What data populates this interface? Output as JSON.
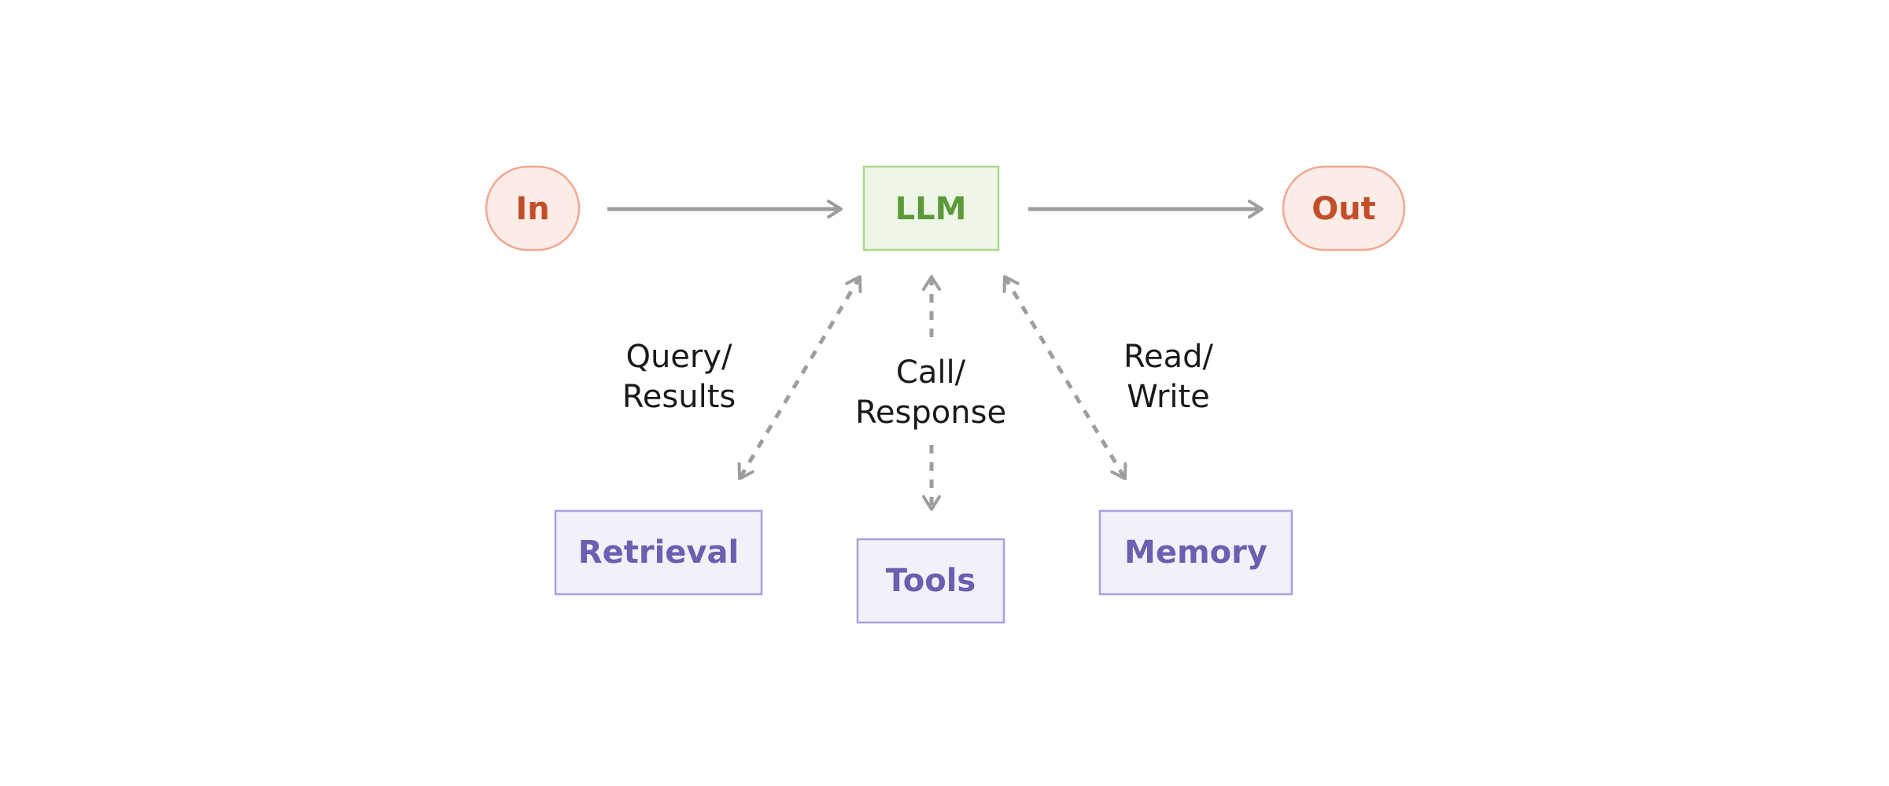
{
  "nodes": {
    "input": {
      "label": "In"
    },
    "llm": {
      "label": "LLM"
    },
    "output": {
      "label": "Out"
    },
    "retrieval": {
      "label": "Retrieval"
    },
    "tools": {
      "label": "Tools"
    },
    "memory": {
      "label": "Memory"
    }
  },
  "edge_labels": {
    "retrieval": [
      "Query/",
      "Results"
    ],
    "tools": [
      "Call/",
      "Response"
    ],
    "memory": [
      "Read/",
      "Write"
    ]
  },
  "colors": {
    "io_fill": "#fbece8",
    "io_stroke": "#f0a890",
    "io_text": "#c24e2a",
    "llm_fill": "#eef6e8",
    "llm_stroke": "#a6d890",
    "llm_text": "#5a9a38",
    "aug_fill": "#f2f0f8",
    "aug_stroke": "#a8a0e0",
    "aug_text": "#6a5fb0",
    "arrow": "#9e9e9e"
  }
}
